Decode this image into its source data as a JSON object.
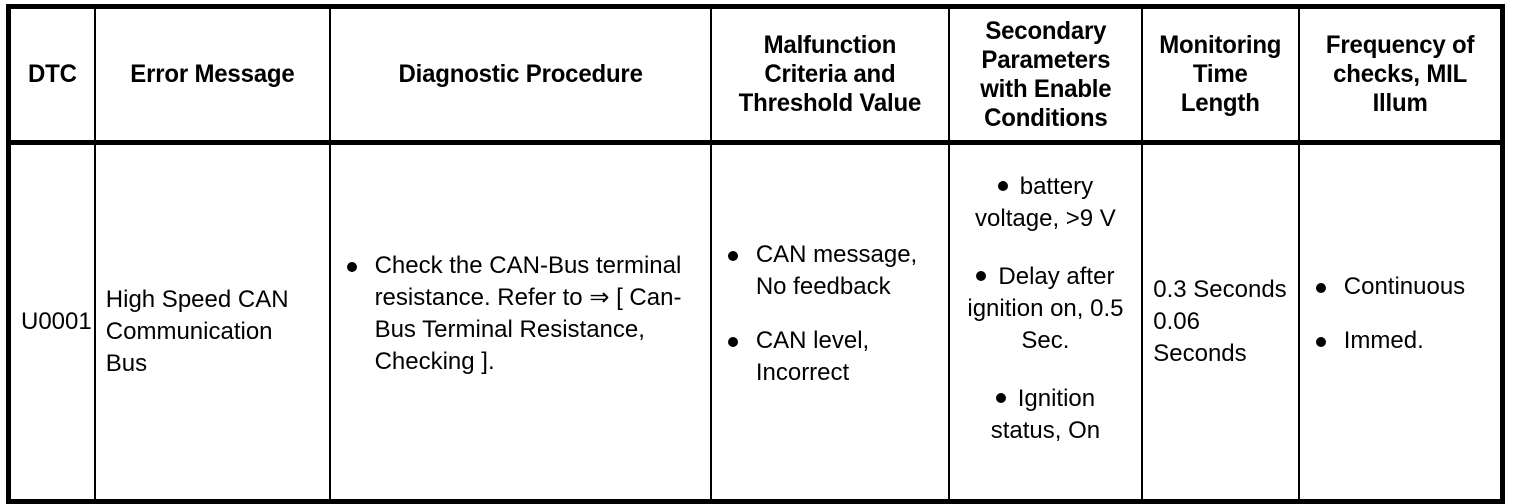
{
  "table": {
    "columns": [
      {
        "id": "dtc",
        "label": "DTC"
      },
      {
        "id": "error_message",
        "label": "Error Message"
      },
      {
        "id": "diagnostic_procedure",
        "label": "Diagnostic Procedure"
      },
      {
        "id": "malfunction_criteria",
        "label": "Malfunction Criteria and Threshold Value"
      },
      {
        "id": "secondary_parameters",
        "label": "Secondary Parameters with Enable Conditions"
      },
      {
        "id": "monitoring_time",
        "label": "Monitoring Time Length"
      },
      {
        "id": "frequency",
        "label": "Frequency of checks, MIL Illum"
      }
    ],
    "rows": [
      {
        "dtc": "U0001",
        "error_message": "High Speed CAN Communication Bus",
        "diagnostic_procedure": [
          "Check the CAN-Bus terminal resistance. Refer to ⇒ [ Can-Bus Terminal Resistance, Checking ]."
        ],
        "malfunction_criteria": [
          "CAN message, No feedback",
          "CAN level, Incorrect"
        ],
        "secondary_parameters": [
          "battery voltage, >9 V",
          "Delay after ignition on, 0.5 Sec.",
          "Ignition status, On"
        ],
        "monitoring_time": "0.3 Seconds 0.06 Seconds",
        "frequency": [
          "Continuous",
          "Immed."
        ]
      }
    ]
  },
  "style": {
    "text_color": "#000000",
    "background_color": "#ffffff",
    "border_color": "#000000"
  }
}
